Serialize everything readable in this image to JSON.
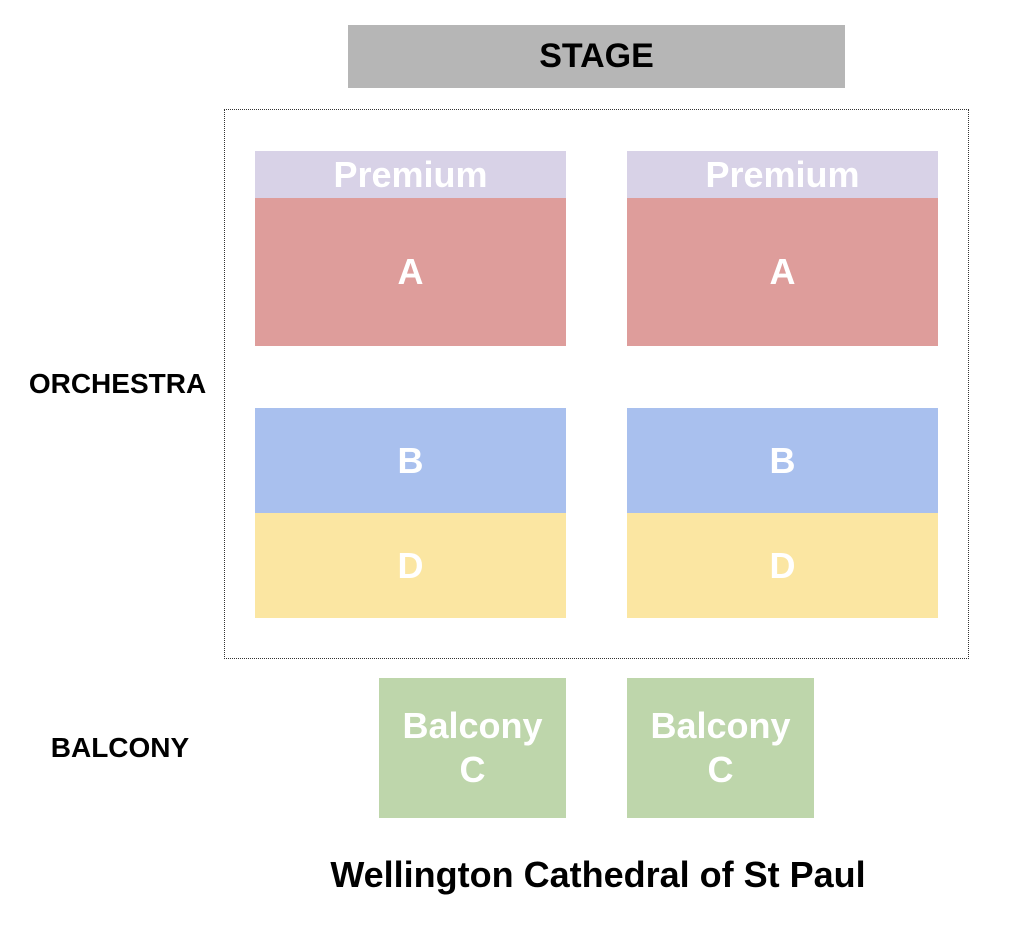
{
  "stage": {
    "label": "STAGE",
    "color": "#b6b6b6"
  },
  "levels": {
    "orchestra": "ORCHESTRA",
    "balcony": "BALCONY"
  },
  "sections": {
    "premium": {
      "label": "Premium",
      "color": "#d8d2e7"
    },
    "a": {
      "label": "A",
      "color": "#de9d9b"
    },
    "b": {
      "label": "B",
      "color": "#a9c0ee"
    },
    "d": {
      "label": "D",
      "color": "#fbe6a2"
    },
    "balcony_c": {
      "line1": "Balcony",
      "line2": "C",
      "color": "#bed6ab"
    }
  },
  "venue_name": "Wellington Cathedral of St Paul"
}
